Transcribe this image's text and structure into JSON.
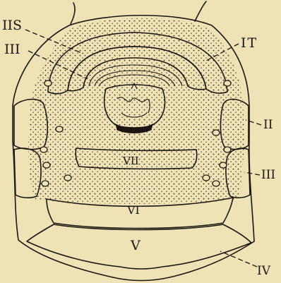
{
  "figure": {
    "background": "#efe2b5",
    "ink": "#1a1612",
    "stipple": "#2a241c"
  },
  "labels": {
    "iis": "IIS",
    "iii_left": "III",
    "it": "IT",
    "ii_right": "II",
    "iii_right": "III",
    "iv": "IV",
    "vii": "VII",
    "vi": "VI",
    "v": "V"
  }
}
